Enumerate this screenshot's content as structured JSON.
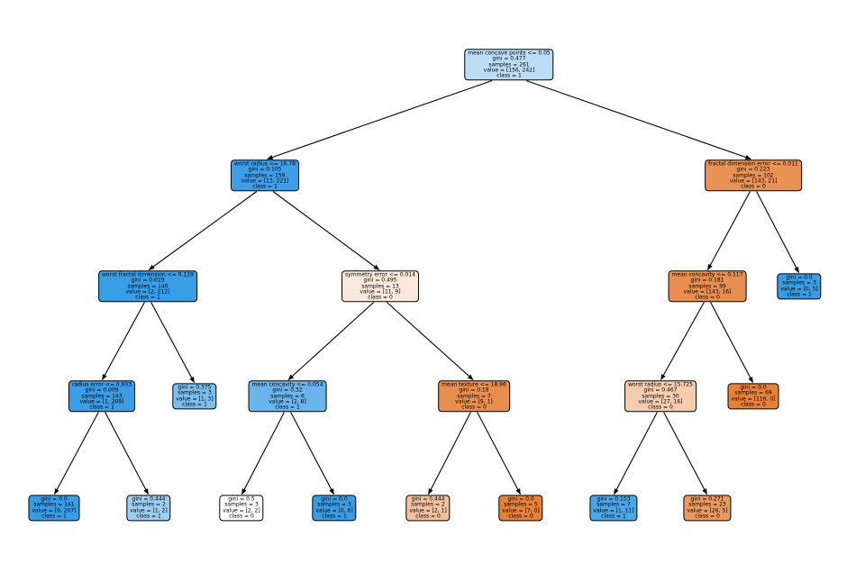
{
  "nodes": [
    {
      "id": "n0",
      "lines": [
        "mean concave points <= 0.05",
        "gini = 0.477",
        "samples = 261",
        "value = [156, 242]",
        "class = 1"
      ],
      "fill": "#bbddf6"
    },
    {
      "id": "n1",
      "lines": [
        "worst radius <= 16.78",
        "gini = 0.105",
        "samples = 159",
        "value = [13, 221]",
        "class = 1"
      ],
      "fill": "#3f9ee8"
    },
    {
      "id": "n2",
      "lines": [
        "worst fractal dimension <= 0.119",
        "gini = 0.019",
        "samples = 146",
        "value = [2, 212]",
        "class = 1"
      ],
      "fill": "#3a9ee5"
    },
    {
      "id": "n3",
      "lines": [
        "radius error <= 0.603",
        "gini = 0.009",
        "samples = 143",
        "value = [1, 209]",
        "class = 1"
      ],
      "fill": "#3a9de5"
    },
    {
      "id": "n4",
      "lines": [
        "gini = 0.0",
        "samples = 141",
        "value = [0, 207]",
        "class = 1"
      ],
      "fill": "#399de5"
    },
    {
      "id": "n5",
      "lines": [
        "gini = 0.444",
        "samples = 2",
        "value = [1, 2]",
        "class = 1"
      ],
      "fill": "#9ccef2"
    },
    {
      "id": "n6",
      "lines": [
        "gini = 0.375",
        "samples = 3",
        "value = [1, 3]",
        "class = 1"
      ],
      "fill": "#7bbeee"
    },
    {
      "id": "n7",
      "lines": [
        "symmetry error <= 0.014",
        "gini = 0.495",
        "samples = 13",
        "value = [11, 9]",
        "class = 0"
      ],
      "fill": "#fae8db"
    },
    {
      "id": "n8",
      "lines": [
        "mean concavity <= 0.054",
        "gini = 0.32",
        "samples = 6",
        "value = [2, 8]",
        "class = 1"
      ],
      "fill": "#6ab6ec"
    },
    {
      "id": "n9",
      "lines": [
        "gini = 0.5",
        "samples = 3",
        "value = [2, 2]",
        "class = 0"
      ],
      "fill": "#ffffff"
    },
    {
      "id": "n10",
      "lines": [
        "gini = 0.0",
        "samples = 3",
        "value = [0, 6]",
        "class = 1"
      ],
      "fill": "#399de5"
    },
    {
      "id": "n11",
      "lines": [
        "mean texture <= 18.96",
        "gini = 0.18",
        "samples = 7",
        "value = [9, 1]",
        "class = 0"
      ],
      "fill": "#e88f4f"
    },
    {
      "id": "n12",
      "lines": [
        "gini = 0.444",
        "samples = 2",
        "value = [2, 1]",
        "class = 0"
      ],
      "fill": "#f2c09c"
    },
    {
      "id": "n13",
      "lines": [
        "gini = 0.0",
        "samples = 5",
        "value = [7, 0]",
        "class = 0"
      ],
      "fill": "#e58139"
    },
    {
      "id": "n14",
      "lines": [
        "fractal dimension error <= 0.011",
        "gini = 0.223",
        "samples = 102",
        "value = [143, 21]",
        "class = 0"
      ],
      "fill": "#e99456"
    },
    {
      "id": "n15",
      "lines": [
        "mean concavity <= 0.117",
        "gini = 0.181",
        "samples = 99",
        "value = [143, 16]",
        "class = 0"
      ],
      "fill": "#e88f4f"
    },
    {
      "id": "n16",
      "lines": [
        "worst radius <= 15.725",
        "gini = 0.467",
        "samples = 30",
        "value = [27, 16]",
        "class = 0"
      ],
      "fill": "#f4ccae"
    },
    {
      "id": "n17",
      "lines": [
        "gini = 0.153",
        "samples = 7",
        "value = [1, 11]",
        "class = 1"
      ],
      "fill": "#4ba6e7"
    },
    {
      "id": "n18",
      "lines": [
        "gini = 0.271",
        "samples = 23",
        "value = [26, 5]",
        "class = 0"
      ],
      "fill": "#ea995f"
    },
    {
      "id": "n19",
      "lines": [
        "gini = 0.0",
        "samples = 69",
        "value = [116, 0]",
        "class = 0"
      ],
      "fill": "#e58139"
    },
    {
      "id": "n20",
      "lines": [
        "gini = 0.0",
        "samples = 3",
        "value = [0, 5]",
        "class = 1"
      ],
      "fill": "#399de5"
    }
  ],
  "edges": [
    [
      "n0",
      "n1"
    ],
    [
      "n0",
      "n14"
    ],
    [
      "n1",
      "n2"
    ],
    [
      "n1",
      "n7"
    ],
    [
      "n2",
      "n3"
    ],
    [
      "n2",
      "n6"
    ],
    [
      "n3",
      "n4"
    ],
    [
      "n3",
      "n5"
    ],
    [
      "n7",
      "n8"
    ],
    [
      "n7",
      "n11"
    ],
    [
      "n8",
      "n9"
    ],
    [
      "n8",
      "n10"
    ],
    [
      "n11",
      "n12"
    ],
    [
      "n11",
      "n13"
    ],
    [
      "n14",
      "n15"
    ],
    [
      "n14",
      "n20"
    ],
    [
      "n15",
      "n16"
    ],
    [
      "n15",
      "n19"
    ],
    [
      "n16",
      "n17"
    ],
    [
      "n16",
      "n18"
    ]
  ]
}
